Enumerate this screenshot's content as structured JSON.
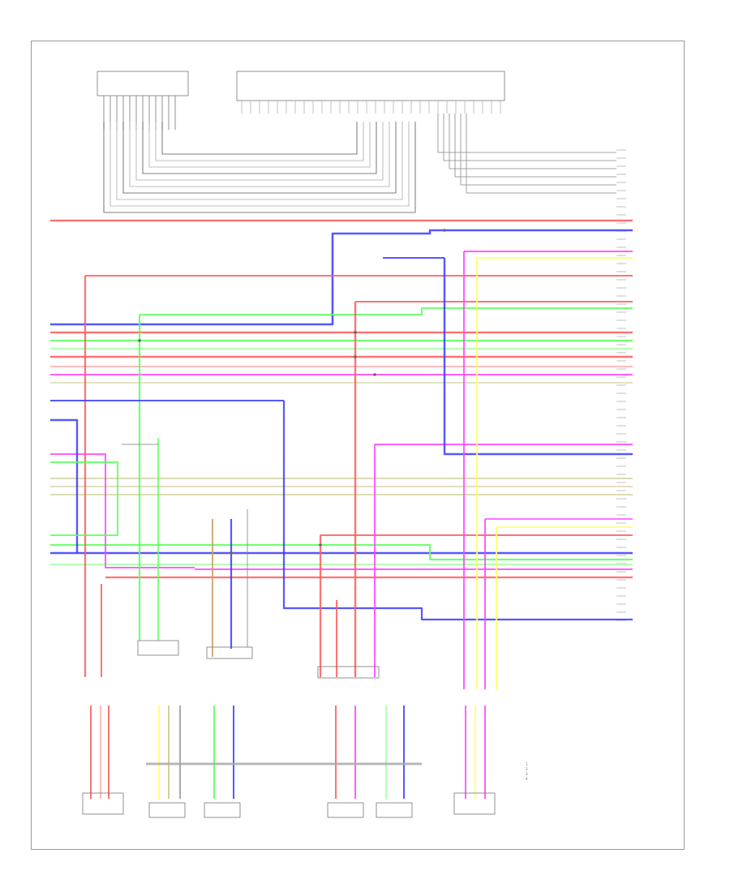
{
  "diagram": {
    "legend": {
      "items": [
        {
          "num": "1",
          "text": "",
          "color": "#888888"
        },
        {
          "num": "2",
          "text": "",
          "color": "#888888"
        },
        {
          "num": "3",
          "text": "",
          "color": "#888888"
        },
        {
          "num": "4",
          "text": "",
          "color": "#888888"
        }
      ]
    },
    "wire_colors": {
      "red": "#ff5a5a",
      "blue": "#3a3aff",
      "green": "#5bff5b",
      "magenta": "#ff44ff",
      "yellow": "#ffff66",
      "tan": "#c8a060",
      "gray": "#9a9a9a",
      "pink": "#ffb0b0",
      "lightgreen": "#a8ffa8",
      "olive": "#c8c88a"
    }
  }
}
